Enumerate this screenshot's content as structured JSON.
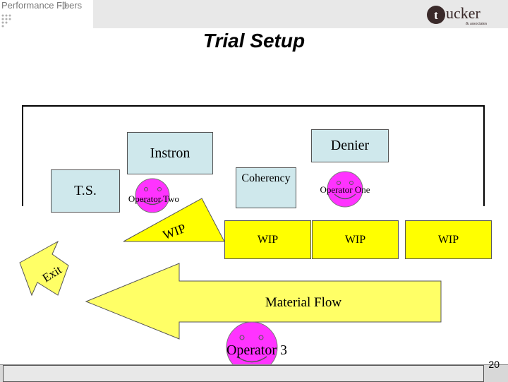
{
  "header": {
    "left_logo": "Performance Fibers",
    "right_logo_letter": "t",
    "right_logo_word": "ucker",
    "right_logo_sub": "& associates"
  },
  "title": "Trial Setup",
  "stations": {
    "instron": "Instron",
    "denier": "Denier",
    "ts": "T.S.",
    "coherency": "Coherency"
  },
  "wip": {
    "tilted": "WIP",
    "wip_1": "WIP",
    "wip_2": "WIP",
    "wip_3": "WIP"
  },
  "operators": {
    "two": "Operator Two",
    "one": "Operator One",
    "three": "Operator 3"
  },
  "arrows": {
    "exit": "Exit",
    "material_flow": "Material Flow"
  },
  "page_number": "20",
  "colors": {
    "station_blue": "#cfe8ec",
    "wip_yellow": "#ffff00",
    "operator_magenta": "#ff33ff",
    "arrow_yellow": "#ffff66"
  }
}
